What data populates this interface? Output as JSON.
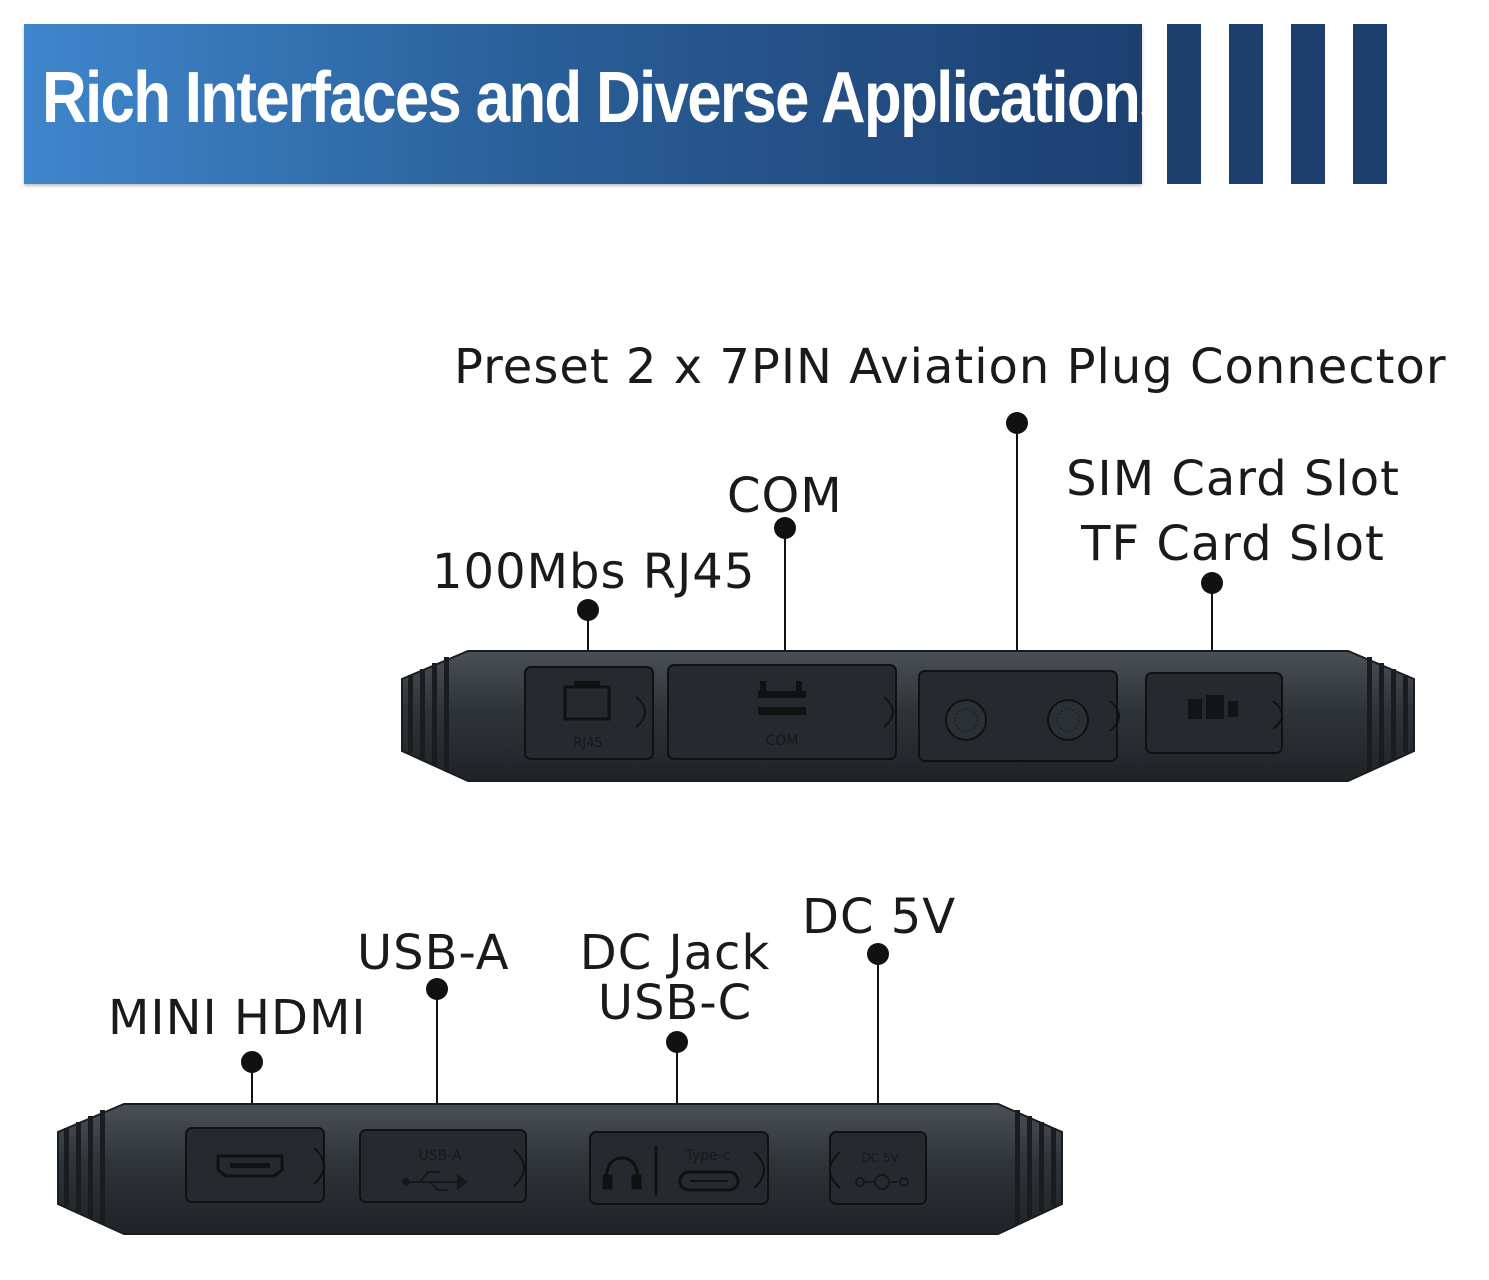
{
  "banner": {
    "title": "Rich Interfaces and Diverse Applications"
  },
  "top_panel": {
    "labels": {
      "rj45": "100Mbs RJ45",
      "com": "COM",
      "aviation": "Preset 2 x 7PIN Aviation Plug Connector",
      "sim": "SIM Card Slot",
      "tf": "TF Card Slot"
    },
    "port_text": {
      "rj45": "RJ45",
      "com": "COM"
    }
  },
  "bottom_panel": {
    "labels": {
      "hdmi": "MINI HDMI",
      "usba": "USB-A",
      "dcjack": "DC Jack",
      "usbc": "USB-C",
      "dc5v": "DC 5V"
    },
    "port_text": {
      "usba": "USB-A",
      "typec": "Type-c",
      "dc5v": "DC 5V"
    }
  },
  "colors": {
    "banner_light": "#3f86cc",
    "banner_dark": "#1c3f70",
    "device_body": "#2e3338",
    "cover": "#25292d"
  },
  "icons": [
    "rj45-icon",
    "com-icon",
    "aviation-plug-icon",
    "sim-card-icon",
    "hdmi-icon",
    "usb-icon",
    "headphone-icon",
    "usb-c-icon",
    "dc-polarity-icon"
  ]
}
